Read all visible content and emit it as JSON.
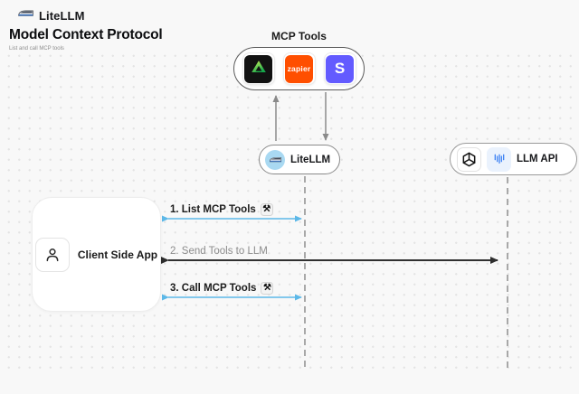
{
  "header": {
    "logo_text": "LiteLLM",
    "title": "Model Context Protocol",
    "subtitle": "List and call MCP tools"
  },
  "mcp": {
    "label": "MCP Tools",
    "zapier_text": "zapier",
    "stripe_letter": "S",
    "tool_icons": [
      "triangle-tool-icon",
      "zapier-icon",
      "stripe-icon"
    ]
  },
  "nodes": {
    "client": {
      "label": "Client Side App",
      "icon": "person-icon"
    },
    "litellm": {
      "label": "LiteLLM",
      "icon": "train-icon"
    },
    "llm_api": {
      "label": "LLM API",
      "icons": [
        "openai-icon",
        "llm-provider-icon"
      ]
    }
  },
  "sequence": [
    {
      "text": "1. List MCP Tools",
      "has_tool_badge": true,
      "arrow_color": "#5cb8e8",
      "direction": "both",
      "from": "client",
      "to": "litellm"
    },
    {
      "text": "2. Send Tools to LLM",
      "has_tool_badge": false,
      "arrow_color": "#303030",
      "direction": "both",
      "from": "client",
      "to": "llm_api"
    },
    {
      "text": "3. Call MCP Tools",
      "has_tool_badge": true,
      "arrow_color": "#5cb8e8",
      "direction": "both",
      "from": "client",
      "to": "litellm"
    }
  ],
  "icons": {
    "tool_glyph": "⚒",
    "logo": "train-icon"
  },
  "colors": {
    "background": "#f8f8f8",
    "blue_arrow": "#5cb8e8",
    "dark_arrow": "#303030",
    "gray_arrow": "#8a8a8a",
    "lifeline": "#a8a8a8",
    "zapier_orange": "#ff4f00",
    "stripe_purple": "#635bff",
    "triangle_green": "#2fbe57",
    "litellm_circle": "#a9d9f2"
  }
}
